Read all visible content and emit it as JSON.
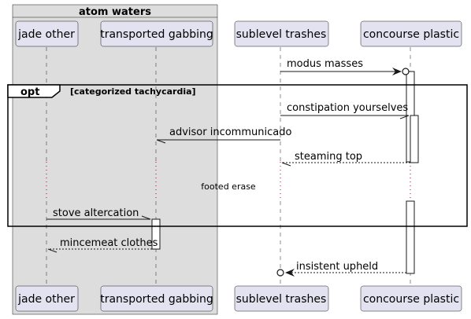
{
  "group": {
    "title": "atom waters"
  },
  "participants": {
    "jade_other": "jade other",
    "transported_gabbing": "transported gabbing",
    "sublevel_trashes": "sublevel trashes",
    "concourse_plastic": "concourse plastic"
  },
  "fragment": {
    "operator": "opt",
    "guard": "[categorized tachycardia]"
  },
  "messages": {
    "modus_masses": "modus masses",
    "constipation_yourselves": "constipation yourselves",
    "advisor_incommunicado": "advisor incommunicado",
    "steaming_top": "steaming top",
    "stove_altercation": "stove altercation",
    "mincemeat_clothes": "mincemeat clothes",
    "insistent_upheld": "insistent upheld"
  },
  "delay": {
    "label": "footed erase"
  }
}
